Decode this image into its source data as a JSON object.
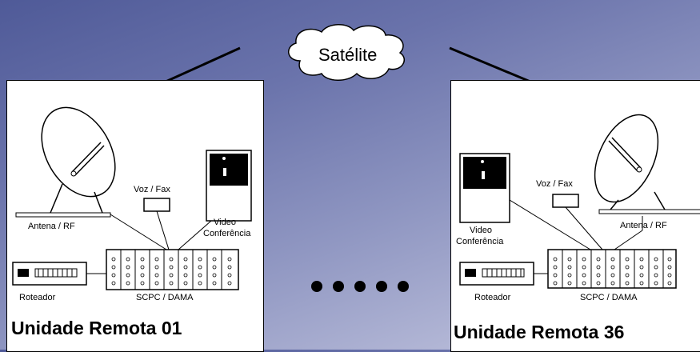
{
  "satellite": {
    "label": "Satélite"
  },
  "left_unit": {
    "title": "Unidade Remota  01",
    "antenna_label": "Antena / RF",
    "voice_fax_label": "Voz / Fax",
    "video_label_line1": "Video",
    "video_label_line2": "Conferência",
    "router_label": "Roteador",
    "scpc_label": "SCPC / DAMA"
  },
  "right_unit": {
    "title": "Unidade Remota  36",
    "antenna_label": "Antena / RF",
    "voice_fax_label": "Voz / Fax",
    "video_label_line1": "Video",
    "video_label_line2": "Conferência",
    "router_label": "Roteador",
    "scpc_label": "SCPC / DAMA"
  },
  "colors": {
    "background_top": "#4f5a98",
    "background_bottom": "#c4c7df",
    "panel": "#ffffff"
  }
}
